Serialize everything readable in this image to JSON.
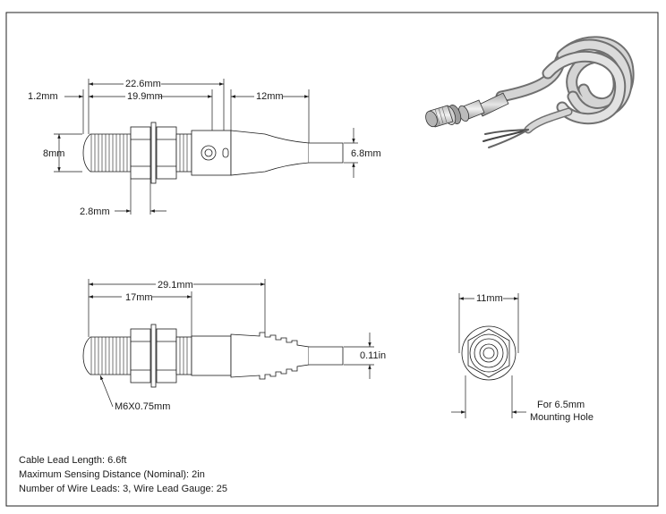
{
  "dimensions": {
    "overall_length_top": "22.6mm",
    "thread_length": "19.9mm",
    "cable_transition": "12mm",
    "tip_offset": "1.2mm",
    "thread_diameter": "8mm",
    "cable_diameter": "6.8mm",
    "nut_thickness": "2.8mm",
    "overall_length_side": "29.1mm",
    "thread_length_side": "17mm",
    "lead_diameter": "0.11in",
    "thread_spec": "M6X0.75mm",
    "nut_width": "11mm",
    "mounting_hole": "For 6.5mm",
    "mounting_hole_2": "Mounting Hole"
  },
  "notes": [
    "Cable Lead Length: 6.6ft",
    "Maximum Sensing Distance (Nominal): 2in",
    "Number of Wire Leads: 3, Wire Lead Gauge: 25"
  ],
  "colors": {
    "line": "#1a1a1a",
    "part_fill": "#d8d8d8",
    "part_dark": "#9a9a9a",
    "frame": "#222222"
  }
}
